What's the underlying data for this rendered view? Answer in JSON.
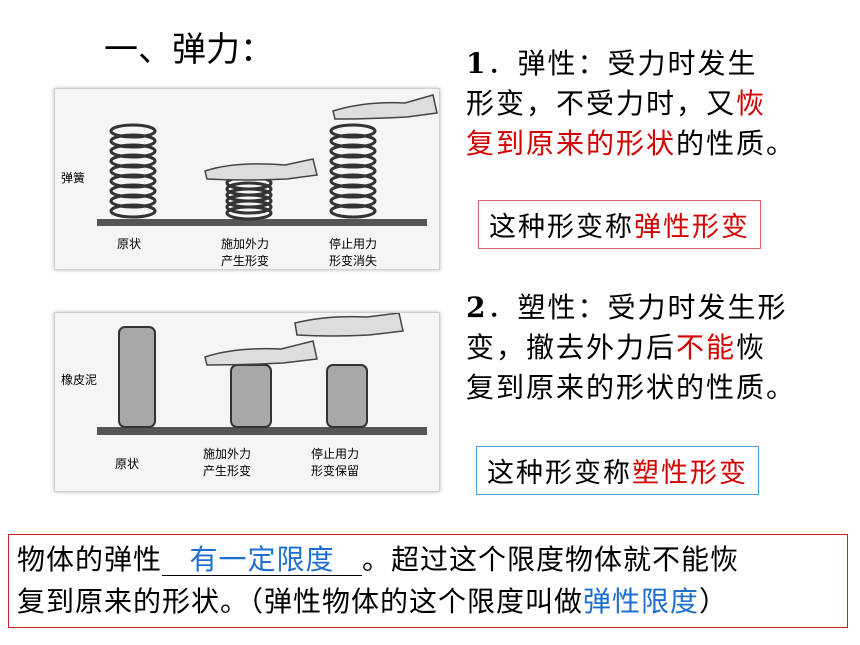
{
  "title": "一、弹力：",
  "figure1": {
    "side_label": "弹簧",
    "captions": [
      {
        "line1": "原状",
        "line2": ""
      },
      {
        "line1": "施加外力",
        "line2": "产生形变"
      },
      {
        "line1": "停止用力",
        "line2": "形变消失"
      }
    ]
  },
  "figure2": {
    "side_label": "橡皮泥",
    "captions": [
      {
        "line1": "原状",
        "line2": ""
      },
      {
        "line1": "施加外力",
        "line2": "产生形变"
      },
      {
        "line1": "停止用力",
        "line2": "形变保留"
      }
    ]
  },
  "elastic": {
    "num": "1",
    "lines": [
      "．弹性：受力时发生",
      "形变，不受力时，又",
      "到原来的形状",
      "的性质。"
    ],
    "red_part_a": "恢",
    "red_part_b": "复到原来的形状",
    "line3_suffix": "的性质。",
    "box_prefix": "这种形变称",
    "box_red": "弹性形变"
  },
  "plastic": {
    "num": "2",
    "line1": "．塑性：受力时发生形",
    "line2_a": "变，撤去外力后",
    "line2_red": "不能",
    "line2_b": "恢",
    "line3": "复到原来的形状的性质。",
    "box_prefix": "这种形变称",
    "box_red": "塑性形变"
  },
  "bottom": {
    "a": "物体的弹性",
    "blank": "有一定限度",
    "b": "。超过这个限度物体就不能恢",
    "c": "复到原来的形状。（弹性物体的这个限度叫做",
    "blue": "弹性限度",
    "d": "）"
  }
}
